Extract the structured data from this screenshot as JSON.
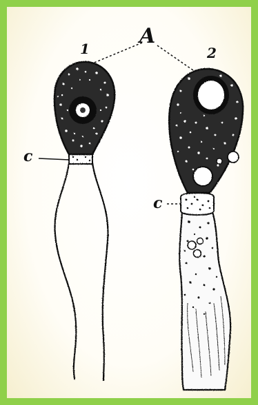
{
  "labels": {
    "a": "A",
    "figure1": "1",
    "figure2": "2",
    "c_left": "c",
    "c_right": "c"
  },
  "colors": {
    "frame_border": "#8fd04a",
    "ink": "#111111",
    "paper": "#ffffff"
  }
}
